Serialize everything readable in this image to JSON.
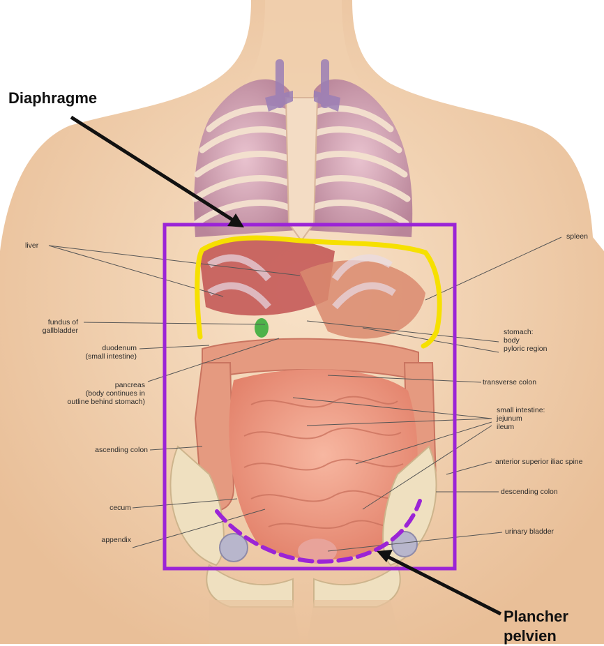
{
  "annotations": {
    "diaphragm_label": "Diaphragme",
    "pelvic_floor_label": "Plancher\npelvien"
  },
  "labels": {
    "liver": "liver",
    "gallbladder": "fundus of\ngallbladder",
    "duodenum": "duodenum\n(small intestine)",
    "pancreas": "pancreas\n(body continues in\noutline behind stomach)",
    "ascending_colon": "ascending colon",
    "cecum": "cecum",
    "appendix": "appendix",
    "spleen": "spleen",
    "stomach": "stomach:\nbody\npyloric region",
    "transverse_colon": "transverse colon",
    "small_intestine": "small intestine:\njejunum\nileum",
    "iliac_spine": "anterior superior iliac spine",
    "descending_colon": "descending colon",
    "urinary_bladder": "urinary bladder"
  },
  "colors": {
    "highlight_box": "#9b24d6",
    "diaphragm_outline": "#f6e000",
    "pelvic_floor_dashes": "#9b24d6",
    "skin": "#f2d3b4",
    "intestine": "#ef9c86"
  }
}
